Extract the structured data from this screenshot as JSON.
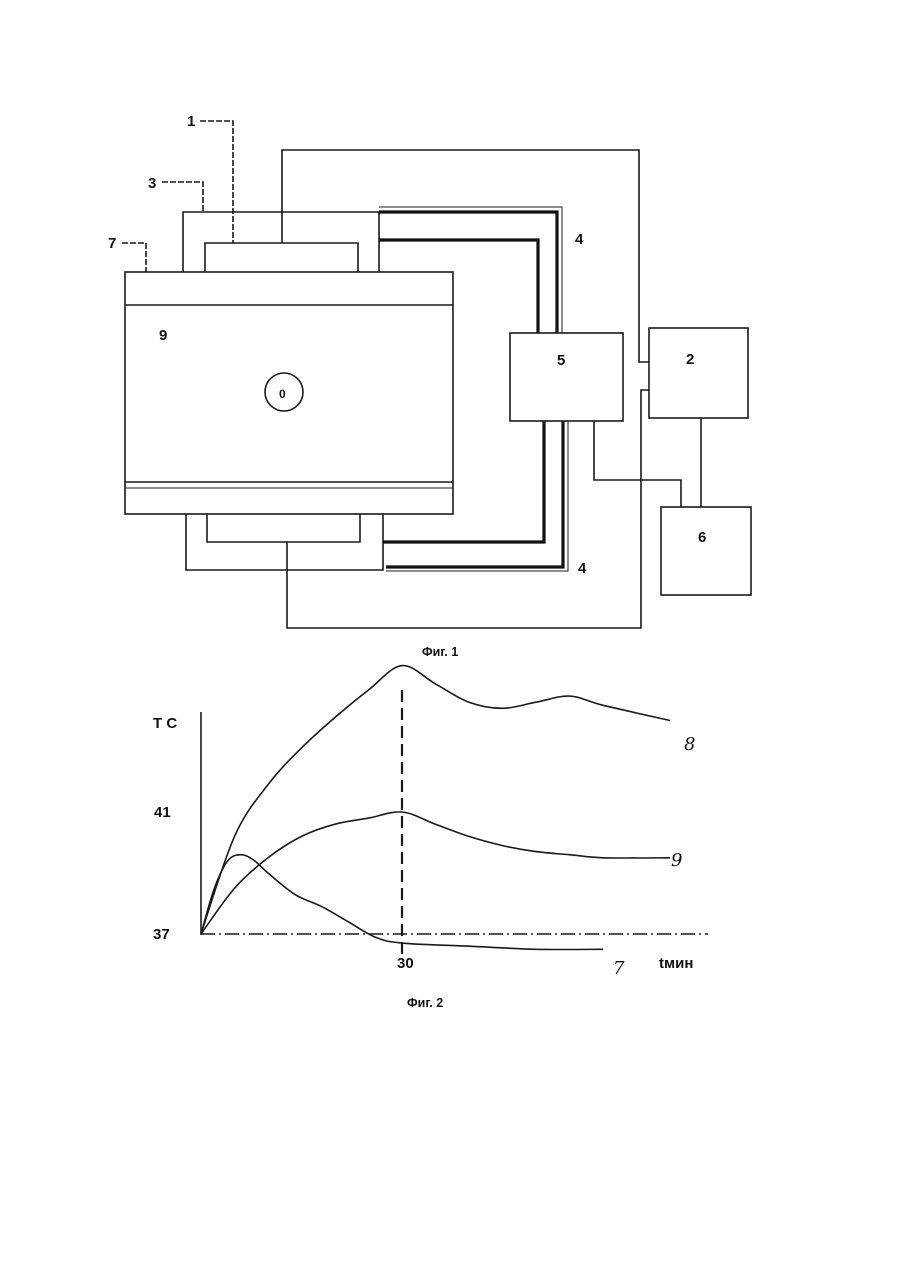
{
  "figure1": {
    "caption": "Фиг. 1",
    "labels": {
      "l1": "1",
      "l2": "2",
      "l3": "3",
      "l4_top": "4",
      "l4_bottom": "4",
      "l5": "5",
      "l6": "6",
      "l7": "7",
      "l9": "9",
      "center": "0"
    }
  },
  "figure2": {
    "caption": "Фиг. 2",
    "labels": {
      "curve8": "8",
      "curve9": "9",
      "curve7": "7"
    }
  },
  "chart_data": {
    "type": "line",
    "ylabel": "T C",
    "xlabel": "tмин",
    "x_ticks": [
      "30"
    ],
    "y_ticks": [
      "37",
      "41"
    ],
    "series": [
      {
        "name": "8",
        "x": [
          0,
          5,
          10,
          15,
          20,
          25,
          30,
          35,
          40,
          45,
          50,
          55,
          60,
          70
        ],
        "y": [
          37,
          40.2,
          41.9,
          43.1,
          44.1,
          45.0,
          45.8,
          45.2,
          44.6,
          44.4,
          44.6,
          44.8,
          44.5,
          44.0
        ]
      },
      {
        "name": "9",
        "x": [
          0,
          5,
          10,
          15,
          20,
          25,
          30,
          35,
          40,
          45,
          50,
          55,
          60,
          70
        ],
        "y": [
          37,
          38.5,
          39.5,
          40.2,
          40.6,
          40.8,
          41.0,
          40.6,
          40.2,
          39.9,
          39.7,
          39.6,
          39.5,
          39.5
        ]
      },
      {
        "name": "7",
        "x": [
          0,
          2,
          4,
          6,
          8,
          10,
          14,
          18,
          22,
          26,
          30,
          40,
          50,
          60
        ],
        "y": [
          37,
          38.5,
          39.4,
          39.6,
          39.4,
          39.0,
          38.3,
          37.9,
          37.4,
          36.9,
          36.7,
          36.6,
          36.5,
          36.5
        ]
      }
    ],
    "marker_x": 30
  }
}
